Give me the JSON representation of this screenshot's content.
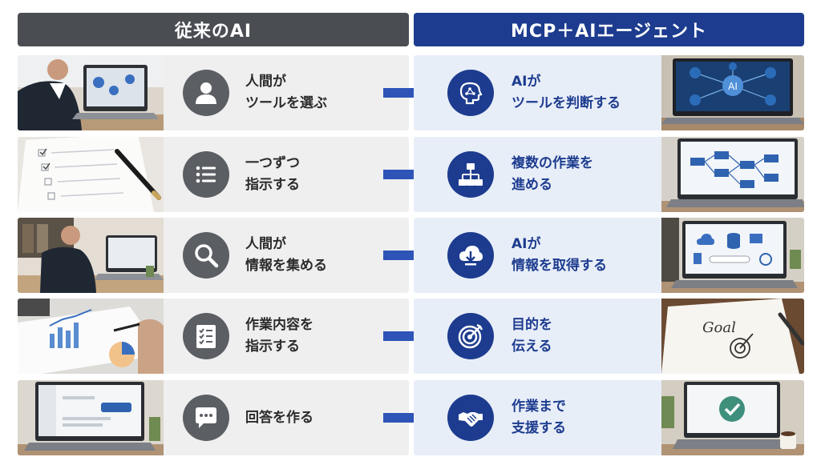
{
  "header": {
    "left": "従来のAI",
    "right": "MCP＋AIエージェント"
  },
  "colors": {
    "left_header": "#4a4d52",
    "right_header": "#1d3c8f",
    "left_bg": "#efefef",
    "right_bg": "#e8eef8",
    "arrow": "#2e54b8"
  },
  "rows": [
    {
      "left_icon": "person-icon",
      "left_line1": "人間が",
      "left_line2": "ツールを選ぶ",
      "right_icon": "ai-brain-icon",
      "right_line1": "AIが",
      "right_line2": "ツールを判断する",
      "right_photo_text": "AI"
    },
    {
      "left_icon": "list-icon",
      "left_line1": "一つずつ",
      "left_line2": "指示する",
      "right_icon": "flowchart-icon",
      "right_line1": "複数の作業を",
      "right_line2": "進める"
    },
    {
      "left_icon": "search-icon",
      "left_line1": "人間が",
      "left_line2": "情報を集める",
      "right_icon": "cloud-download-icon",
      "right_line1": "AIが",
      "right_line2": "情報を取得する"
    },
    {
      "left_icon": "checklist-icon",
      "left_line1": "作業内容を",
      "left_line2": "指示する",
      "right_icon": "target-icon",
      "right_line1": "目的を",
      "right_line2": "伝える",
      "right_photo_text": "Goal"
    },
    {
      "left_icon": "chat-bubble-icon",
      "left_line1": "回答を作る",
      "left_line2": "",
      "right_icon": "handshake-icon",
      "right_line1": "作業まで",
      "right_line2": "支援する"
    }
  ]
}
